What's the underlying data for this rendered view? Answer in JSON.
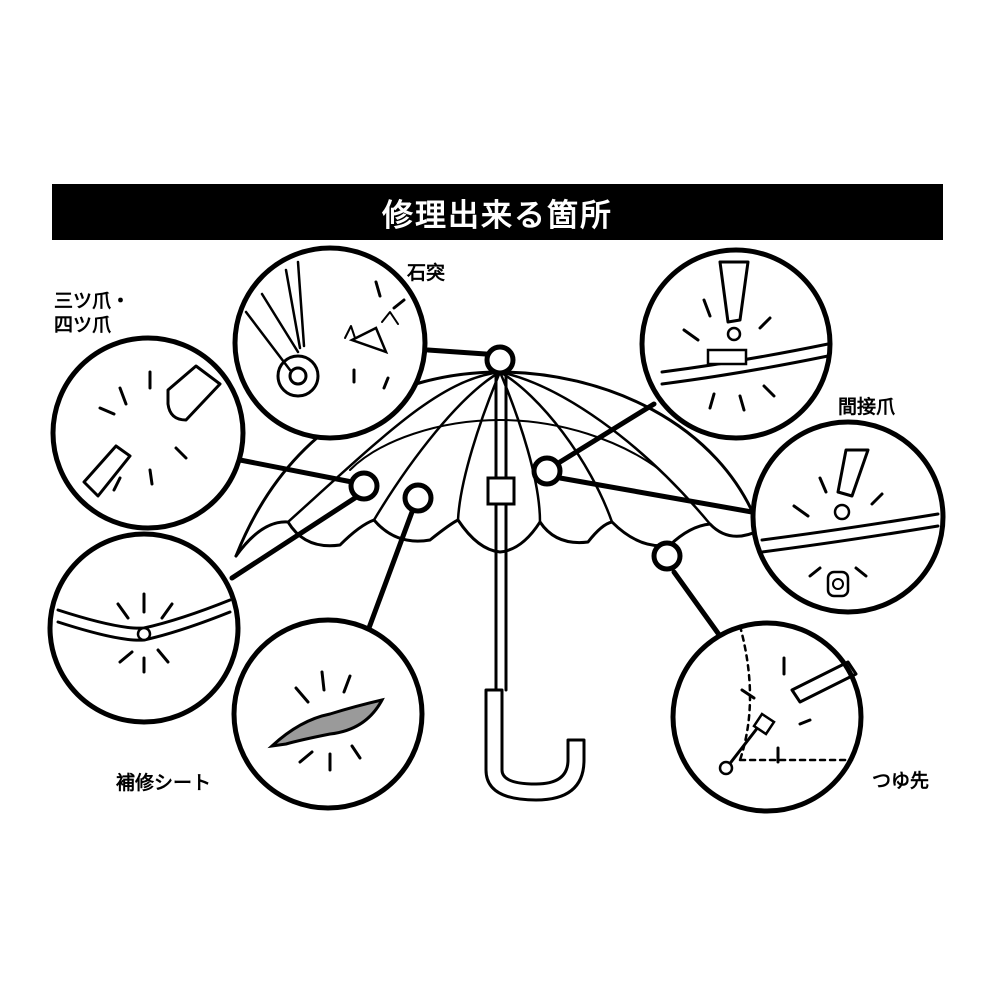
{
  "title": "修理出来る箇所",
  "labels": {
    "tips_claws_line1": "三ツ爪・",
    "tips_claws_line2": "四ツ爪",
    "top_spring": "石突",
    "joint_claw": "間接爪",
    "repair_sheet": "補修シート",
    "rib_tip": "つゆ先"
  },
  "colors": {
    "ink": "#000000",
    "paper": "#ffffff"
  }
}
